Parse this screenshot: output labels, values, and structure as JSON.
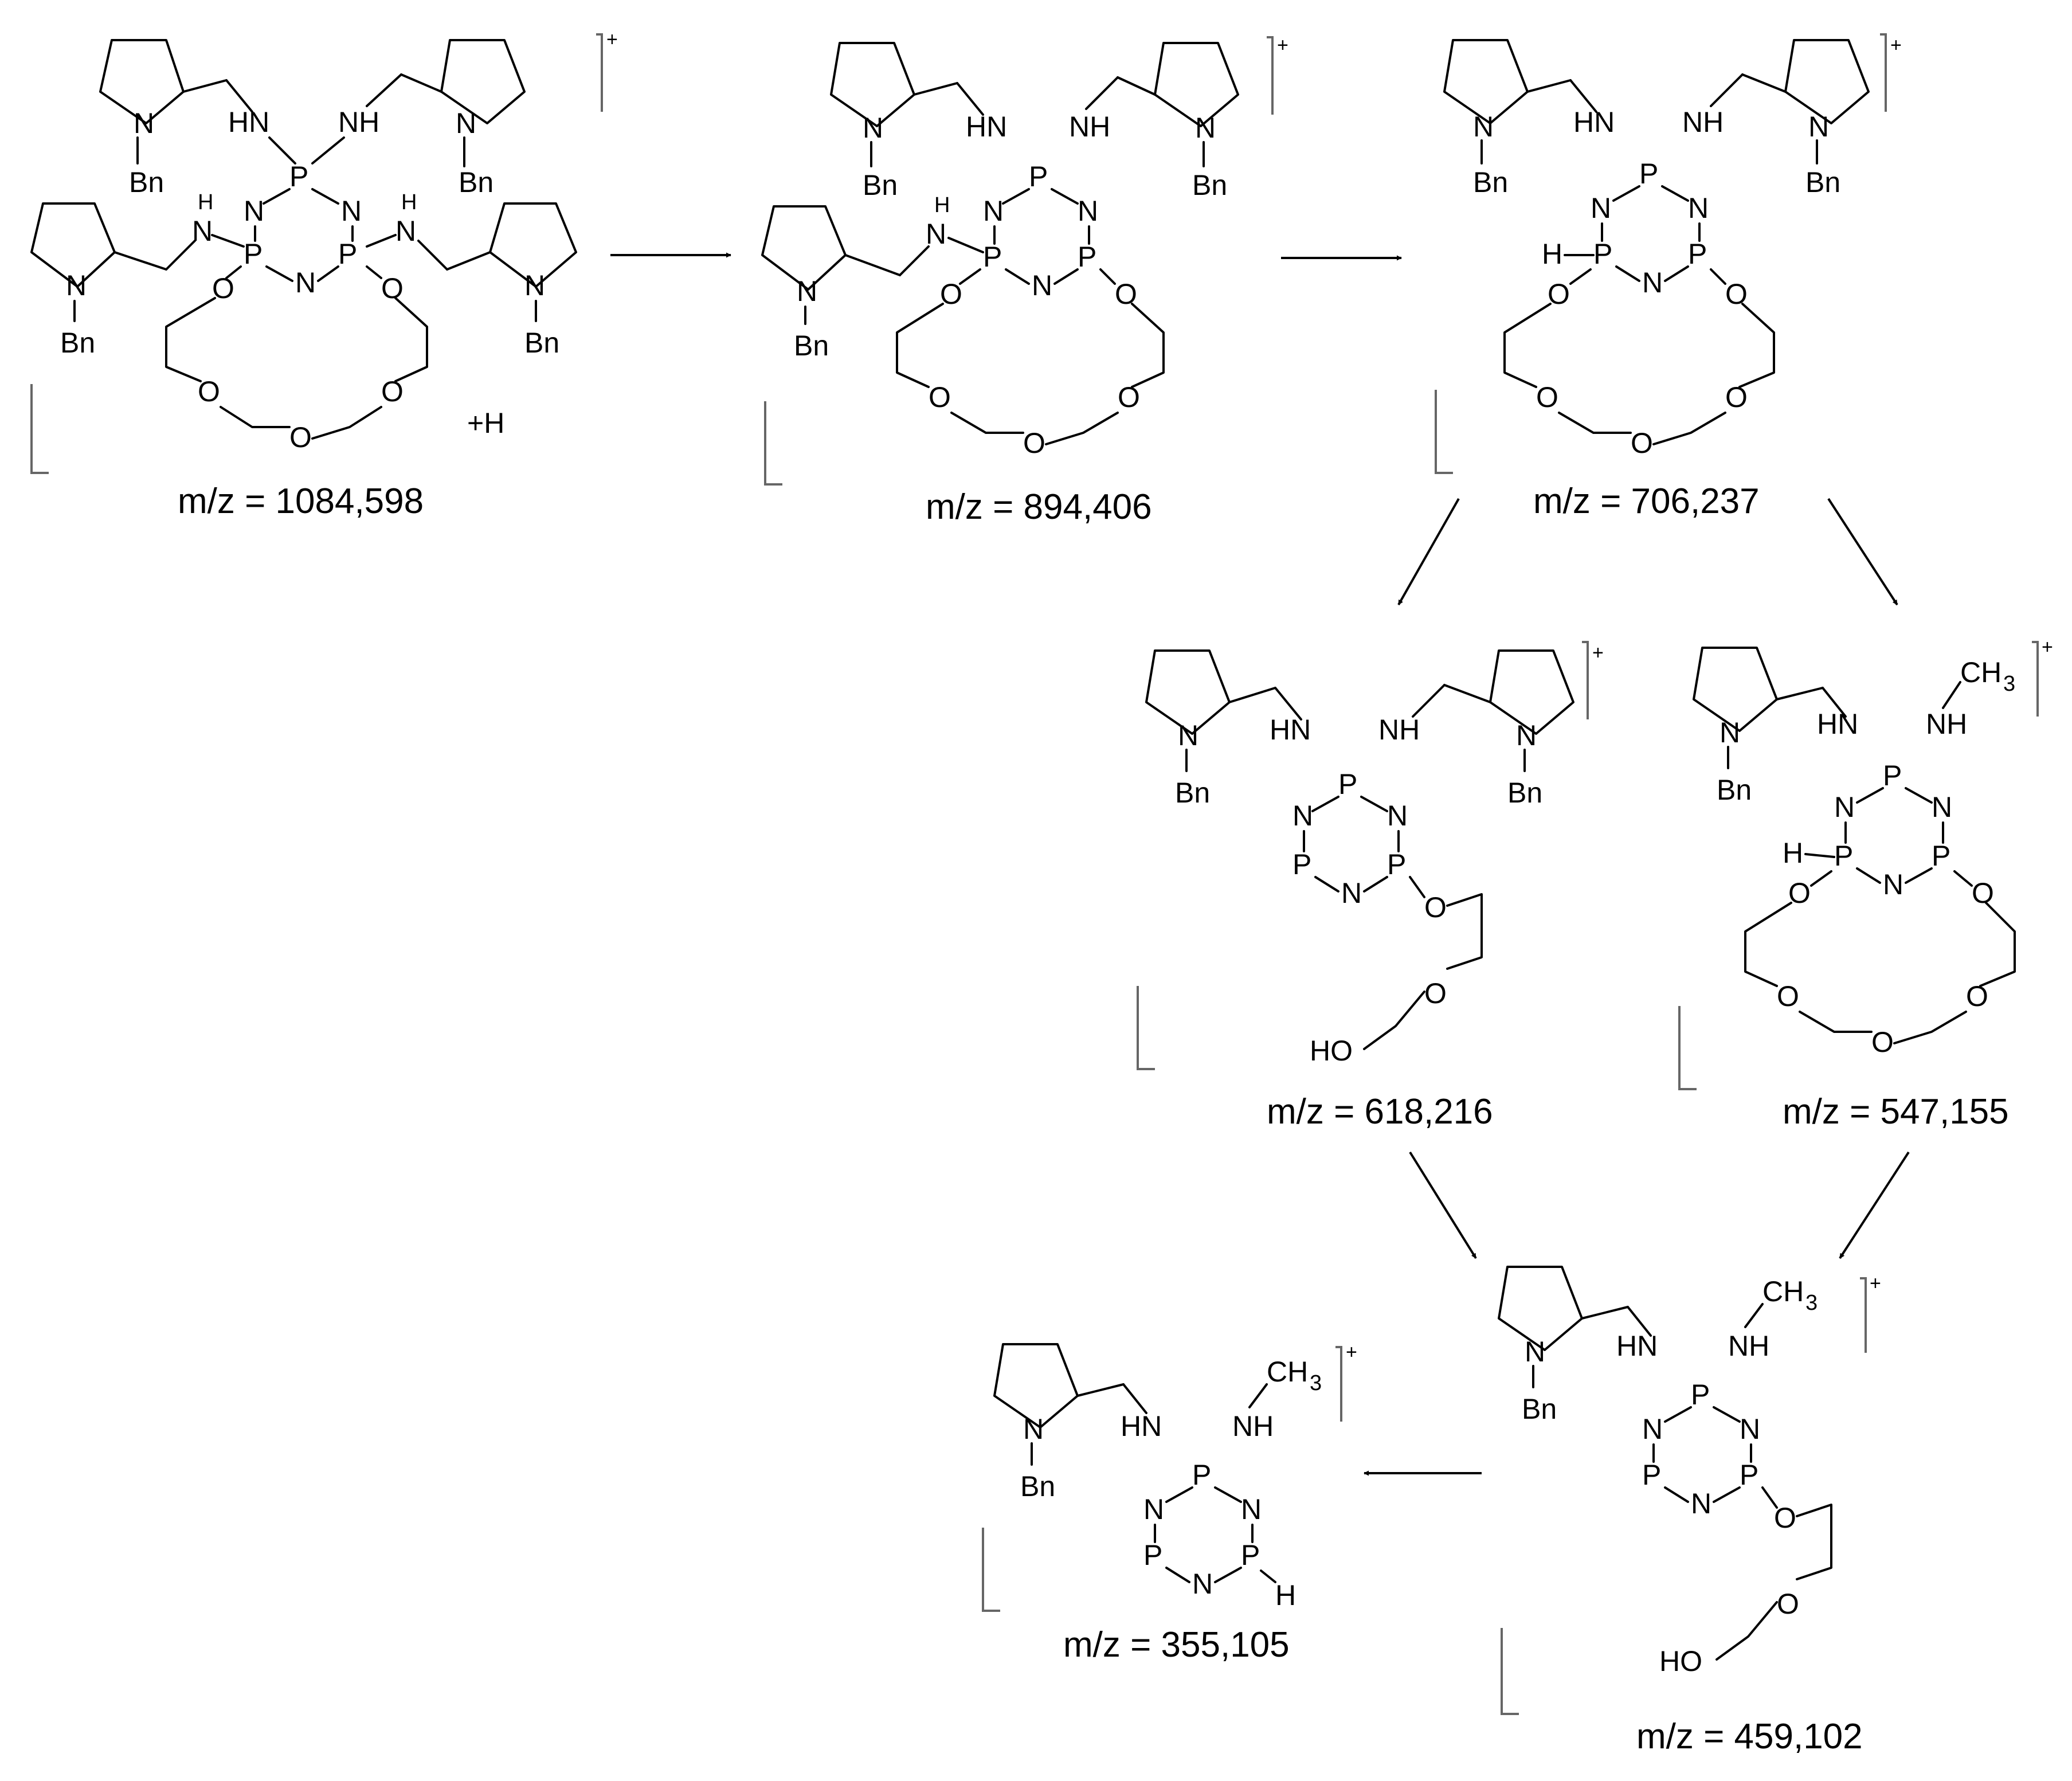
{
  "scheme": {
    "colors": {
      "ink": "#000000",
      "bracket": "#666666",
      "background": "#ffffff"
    },
    "labels": {
      "bn": "Bn",
      "n": "N",
      "p": "P",
      "o": "O",
      "h": "H",
      "hn": "HN",
      "nh": "NH",
      "ho": "HO",
      "ch3": "CH",
      "ch3_sub": "3",
      "charge": "+",
      "plus_h": "+H"
    },
    "species": [
      {
        "id": "s1",
        "mz": "m/z = 1084,598"
      },
      {
        "id": "s2",
        "mz": "m/z = 894,406"
      },
      {
        "id": "s3",
        "mz": "m/z = 706,237"
      },
      {
        "id": "s4",
        "mz": "m/z = 618,216"
      },
      {
        "id": "s5",
        "mz": "m/z = 547,155"
      },
      {
        "id": "s6",
        "mz": "m/z = 459,102"
      },
      {
        "id": "s7",
        "mz": "m/z = 355,105"
      }
    ],
    "arrows": [
      {
        "from": "s1",
        "to": "s2"
      },
      {
        "from": "s2",
        "to": "s3"
      },
      {
        "from": "s3",
        "to": "s4"
      },
      {
        "from": "s3",
        "to": "s5"
      },
      {
        "from": "s4",
        "to": "s6"
      },
      {
        "from": "s5",
        "to": "s6"
      },
      {
        "from": "s6",
        "to": "s7"
      }
    ]
  }
}
